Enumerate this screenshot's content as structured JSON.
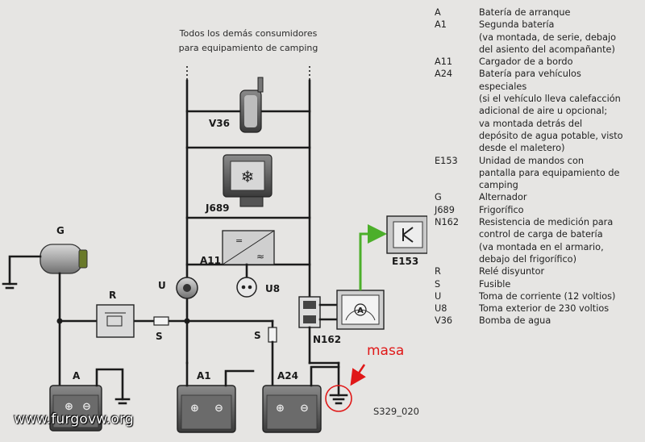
{
  "diagram": {
    "header_line1": "Todos los demás consumidores",
    "header_line2": "para equipamiento de camping",
    "labels": {
      "v36": "V36",
      "j689": "J689",
      "a11": "A11",
      "u": "U",
      "u8": "U8",
      "g": "G",
      "r": "R",
      "s_left": "S",
      "s_right": "S",
      "a": "A",
      "a1": "A1",
      "a24": "A24",
      "n162": "N162",
      "e153": "E153"
    },
    "meter_symbol": "A",
    "masa_label": "masa",
    "figure_code": "S329_020",
    "watermark": "www.furgovw.org",
    "colors": {
      "wire": "#1b1b1b",
      "signal_arrow": "#4caf2a",
      "masa_arrow": "#e01818",
      "masa_circle": "#e01818"
    }
  },
  "legend": [
    {
      "code": "A",
      "desc": "Batería de arranque"
    },
    {
      "code": "A1",
      "desc": "Segunda batería\n(va montada, de serie, debajo\ndel asiento del acompañante)"
    },
    {
      "code": "A11",
      "desc": "Cargador de a bordo"
    },
    {
      "code": "A24",
      "desc": "Batería para vehículos\nespeciales\n(si el vehículo lleva calefacción\nadicional de aire u opcional;\nva montada detrás del\ndepósito de agua potable, visto\ndesde el maletero)"
    },
    {
      "code": "E153",
      "desc": "Unidad de mandos con\npantalla para equipamiento de\ncamping"
    },
    {
      "code": "G",
      "desc": "Alternador"
    },
    {
      "code": "J689",
      "desc": "Frigorífico"
    },
    {
      "code": "N162",
      "desc": "Resistencia de medición para\ncontrol de carga de batería\n(va montada en el armario,\ndebajo del frigorífico)"
    },
    {
      "code": "R",
      "desc": "Relé disyuntor"
    },
    {
      "code": "S",
      "desc": "Fusible"
    },
    {
      "code": "U",
      "desc": "Toma de corriente (12 voltios)"
    },
    {
      "code": "U8",
      "desc": "Toma exterior de 230 voltios"
    },
    {
      "code": "V36",
      "desc": "Bomba de agua"
    }
  ]
}
